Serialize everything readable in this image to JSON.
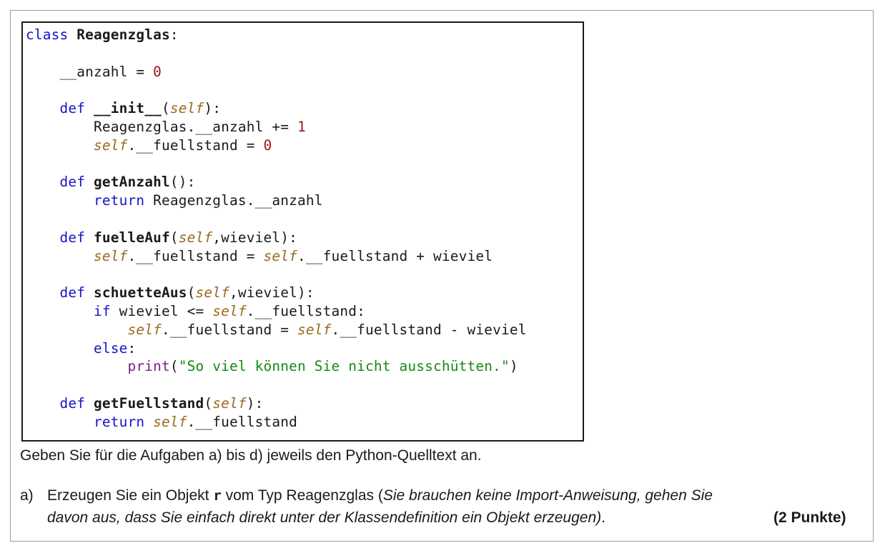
{
  "code": {
    "l1_kw": "class",
    "l1_name": "Reagenzglas",
    "l1_colon": ":",
    "l3_attr": "__anzahl = ",
    "l3_num": "0",
    "l5_kw": "def",
    "l5_name": "__init__",
    "l5_open": "(",
    "l5_self": "self",
    "l5_close": "):",
    "l6_text": "Reagenzglas.__anzahl += ",
    "l6_num": "1",
    "l7_self": "self",
    "l7_text": ".__fuellstand = ",
    "l7_num": "0",
    "l9_kw": "def",
    "l9_name": "getAnzahl",
    "l9_rest": "():",
    "l10_kw": "return",
    "l10_text": " Reagenzglas.__anzahl",
    "l12_kw": "def",
    "l12_name": "fuelleAuf",
    "l12_open": "(",
    "l12_self": "self",
    "l12_rest": ",wieviel):",
    "l13_self1": "self",
    "l13_mid": ".__fuellstand = ",
    "l13_self2": "self",
    "l13_rest": ".__fuellstand + wieviel",
    "l15_kw": "def",
    "l15_name": "schuetteAus",
    "l15_open": "(",
    "l15_self": "self",
    "l15_rest": ",wieviel):",
    "l16_kw": "if",
    "l16_mid": " wieviel <= ",
    "l16_self": "self",
    "l16_rest": ".__fuellstand:",
    "l17_self1": "self",
    "l17_mid": ".__fuellstand = ",
    "l17_self2": "self",
    "l17_rest": ".__fuellstand - wieviel",
    "l18_kw": "else",
    "l18_colon": ":",
    "l19_fn": "print",
    "l19_open": "(",
    "l19_str": "\"So viel können Sie nicht ausschütten.\"",
    "l19_close": ")",
    "l21_kw": "def",
    "l21_name": "getFuellstand",
    "l21_open": "(",
    "l21_self": "self",
    "l21_close": "):",
    "l22_kw": "return",
    "l22_sp": " ",
    "l22_self": "self",
    "l22_rest": ".__fuellstand"
  },
  "instruction": "Geben Sie für die Aufgaben a) bis d) jeweils den Python-Quelltext an.",
  "task_a": {
    "label": "a)",
    "line1_prefix": "Erzeugen Sie ein Objekt ",
    "line1_var": "r",
    "line1_mid": " vom Typ Reagenzglas (",
    "line1_italic": "Sie brauchen keine Import-Anweisung, gehen Sie",
    "line2_italic": "davon aus, dass Sie einfach direkt unter der Klassendefinition ein Objekt erzeugen)",
    "line2_end": ".",
    "points": "(2 Punkte)"
  }
}
